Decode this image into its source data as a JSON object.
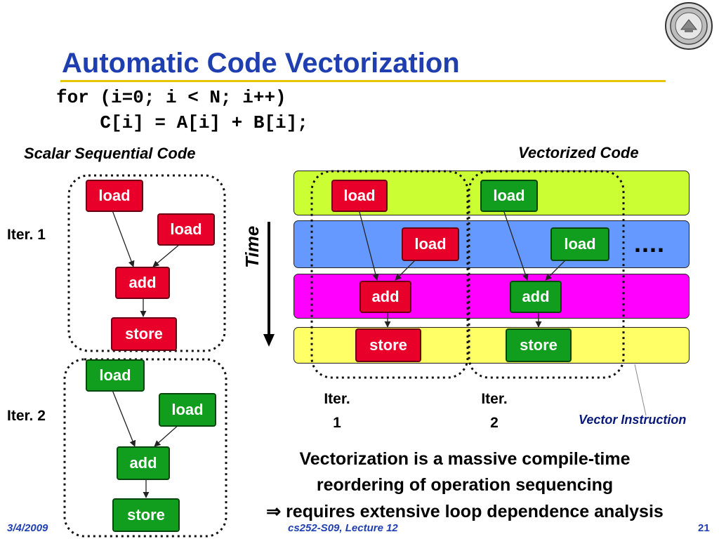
{
  "title": "Automatic Code Vectorization",
  "code": {
    "line1": "for (i=0; i < N; i++)",
    "line2": "    C[i] = A[i] + B[i];"
  },
  "scalar": {
    "heading": "Scalar Sequential Code",
    "iter1_label": "Iter. 1",
    "iter2_label": "Iter. 2",
    "ops": {
      "load": "load",
      "add": "add",
      "store": "store"
    }
  },
  "vector": {
    "heading": "Vectorized Code",
    "time_label": "Time",
    "ellipsis": "....",
    "iter1_label_a": "Iter.",
    "iter1_label_b": "1",
    "iter2_label_a": "Iter.",
    "iter2_label_b": "2",
    "vector_instruction_label": "Vector Instruction",
    "ops": {
      "load": "load",
      "add": "add",
      "store": "store"
    }
  },
  "summary": {
    "line1": "Vectorization is a massive compile-time",
    "line2": "reordering of operation sequencing",
    "line3": "⇒ requires extensive loop dependence analysis"
  },
  "footer": {
    "date": "3/4/2009",
    "course": "cs252-S09, Lecture 12",
    "page": "21"
  },
  "colors": {
    "title": "#1f3fb0",
    "accent_rule": "#e8c400",
    "red_op": "#e8002a",
    "green_op": "#119d1d",
    "band_load1": "#ccff33",
    "band_load2": "#6699ff",
    "band_add": "#ff00ff",
    "band_store": "#ffff66"
  },
  "icons": {
    "seal": "university-seal-icon",
    "time_arrow": "arrow-down-icon"
  }
}
